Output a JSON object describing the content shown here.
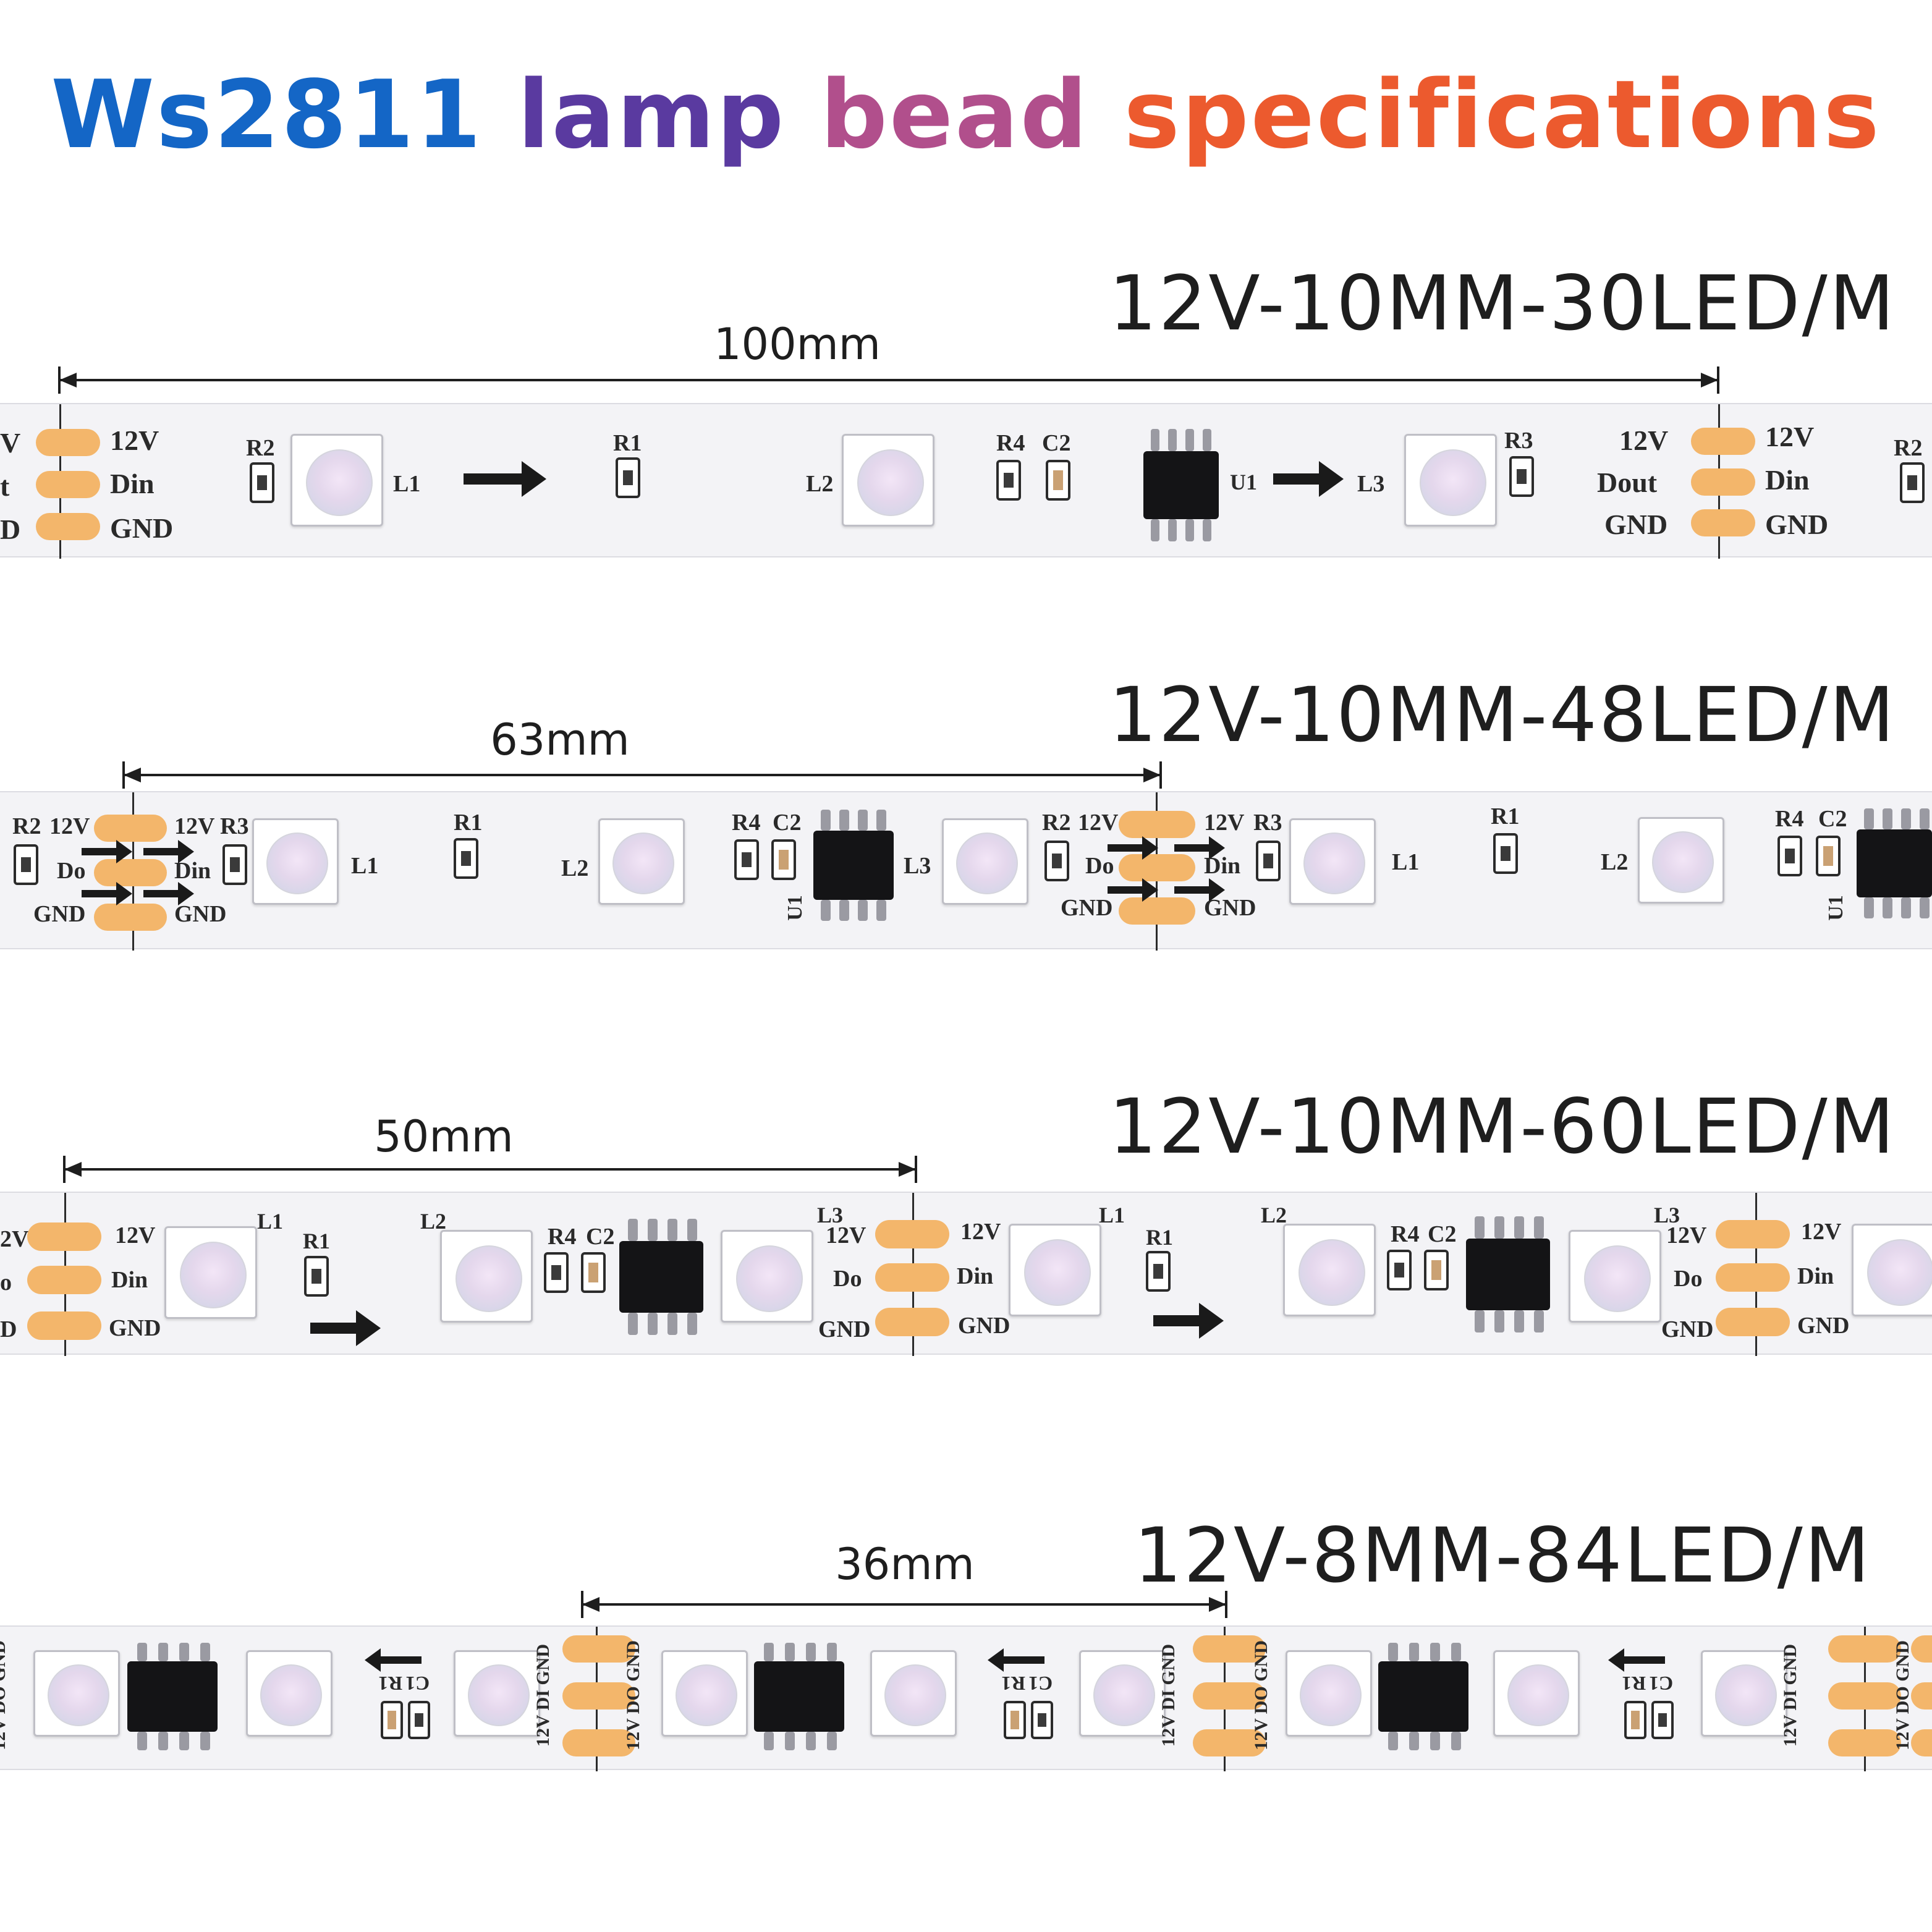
{
  "header": {
    "title_parts": [
      "Ws2811",
      "lamp",
      "bead",
      "specifications"
    ]
  },
  "colors": {
    "title_gradient": [
      "#1466c6",
      "#3c39a3",
      "#6b3a9d",
      "#a24a95",
      "#c7567d",
      "#e96a35",
      "#f28a1f",
      "#ee4530",
      "#e8333f",
      "#ef6c8d"
    ],
    "pad": "#f3b66b",
    "strip": "#f3f3f6"
  },
  "sections": [
    {
      "spec": "12V-10MM-30LED/M",
      "dimension": "100mm",
      "silk": {
        "left_pads": [
          "12V",
          "Din",
          "GND"
        ],
        "left_edge": [
          "V",
          "t",
          "D"
        ],
        "parts": [
          "R2",
          "L1",
          "R1",
          "L2",
          "R4",
          "C2",
          "U1",
          "L3",
          "R3"
        ],
        "right_outputs": [
          "12V",
          "Dout",
          "GND"
        ],
        "right_inputs": [
          "12V",
          "Din",
          "GND"
        ],
        "right_edge": "R2"
      }
    },
    {
      "spec": "12V-10MM-48LED/M",
      "dimension": "63mm",
      "silk": {
        "left_edge": "R2",
        "left_outputs": [
          "12V",
          "Do",
          "GND"
        ],
        "left_inputs": [
          "12V",
          "Din",
          "GND"
        ],
        "parts": [
          "R3",
          "L1",
          "R1",
          "L2",
          "R4",
          "C2",
          "L3",
          "U1",
          "R2",
          "R3",
          "L1",
          "R1",
          "L2",
          "R4",
          "C2",
          "U1"
        ],
        "mid_outputs": [
          "12V",
          "Do",
          "GND"
        ],
        "mid_inputs": [
          "12V",
          "Din",
          "GND"
        ]
      }
    },
    {
      "spec": "12V-10MM-60LED/M",
      "dimension": "50mm",
      "silk": {
        "left_edge": [
          "2V",
          "o",
          "D"
        ],
        "left_inputs": [
          "12V",
          "Din",
          "GND"
        ],
        "parts": [
          "L1",
          "R1",
          "L2",
          "R4",
          "C2",
          "L3",
          "L1",
          "R1",
          "L2",
          "R4",
          "C2",
          "L3"
        ],
        "mid_outputs": [
          "12V",
          "Do",
          "GND"
        ],
        "mid_inputs": [
          "12V",
          "Din",
          "GND"
        ],
        "right_outputs": [
          "12V",
          "Do",
          "GND"
        ],
        "right_inputs": [
          "12V",
          "Din",
          "GND"
        ]
      }
    },
    {
      "spec": "12V-8MM-84LED/M",
      "dimension": "36mm",
      "silk": {
        "pad_label_in": "12V DI GND",
        "pad_label_out": "12V DO GND",
        "parts": [
          "R1",
          "C1"
        ]
      }
    }
  ]
}
